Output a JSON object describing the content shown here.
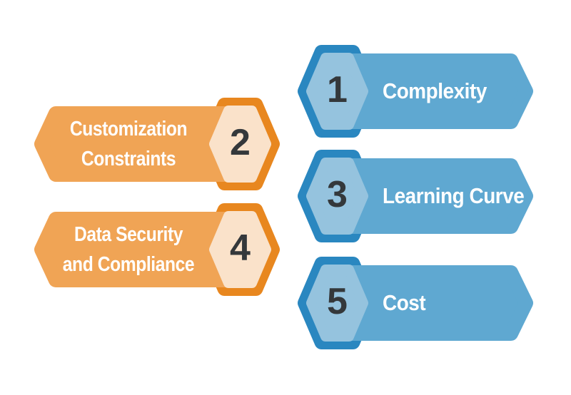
{
  "colors": {
    "background": "#ffffff",
    "blue_dark": "#2a87c0",
    "blue_banner": "#5fa8d1",
    "blue_light": "#95c3de",
    "orange_dark": "#e8871f",
    "orange_banner": "#f0a455",
    "orange_light": "#fae2ca",
    "number_text": "#34383b",
    "label_text": "#ffffff"
  },
  "items": [
    {
      "number": "1",
      "label": "Complexity",
      "side": "right",
      "theme": "blue"
    },
    {
      "number": "2",
      "label": "Customization Constraints",
      "label_lines": [
        "Customization",
        "Constraints"
      ],
      "side": "left",
      "theme": "orange"
    },
    {
      "number": "3",
      "label": "Learning Curve",
      "side": "right",
      "theme": "blue"
    },
    {
      "number": "4",
      "label": "Data Security and Compliance",
      "label_lines": [
        "Data Security",
        "and Compliance"
      ],
      "side": "left",
      "theme": "orange"
    },
    {
      "number": "5",
      "label": "Cost",
      "side": "right",
      "theme": "blue"
    }
  ]
}
